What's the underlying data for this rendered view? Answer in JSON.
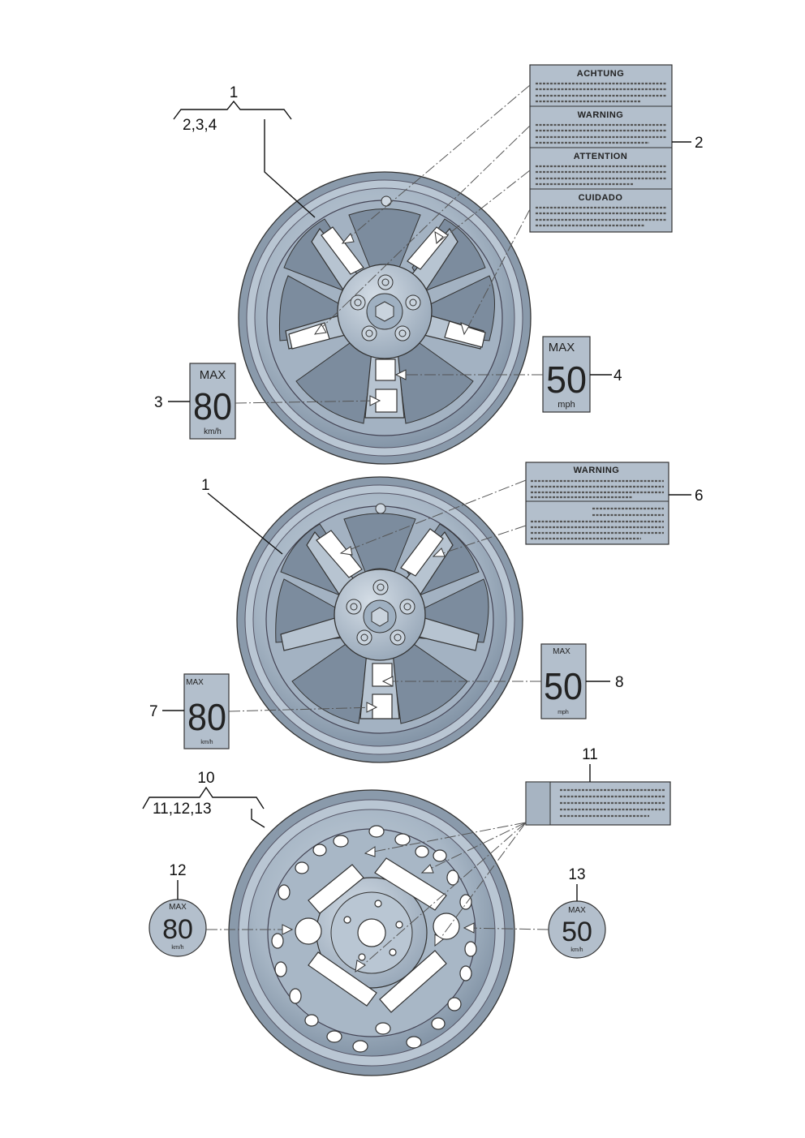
{
  "callouts": {
    "n1_top": "1",
    "n1_top_sub": "2,3,4",
    "n2": "2",
    "n3": "3",
    "n4": "4",
    "n1_mid": "1",
    "n6": "6",
    "n7": "7",
    "n8": "8",
    "n10": "10",
    "n10_sub": "11,12,13",
    "n11": "11",
    "n12": "12",
    "n13": "13"
  },
  "labels": {
    "warn_multi": [
      "ACHTUNG",
      "WARNING",
      "ATTENTION",
      "CUIDADO"
    ],
    "warn_single": "WARNING",
    "max": "MAX",
    "v80": "80",
    "v50": "50",
    "kmh": "km/h",
    "mph": "mph"
  },
  "colors": {
    "wheel_fill": "#a9b8c6",
    "wheel_light": "#c8d3de",
    "wheel_dark": "#8797a8",
    "sticker_fill": "#b3bfcc",
    "line": "#111111"
  }
}
